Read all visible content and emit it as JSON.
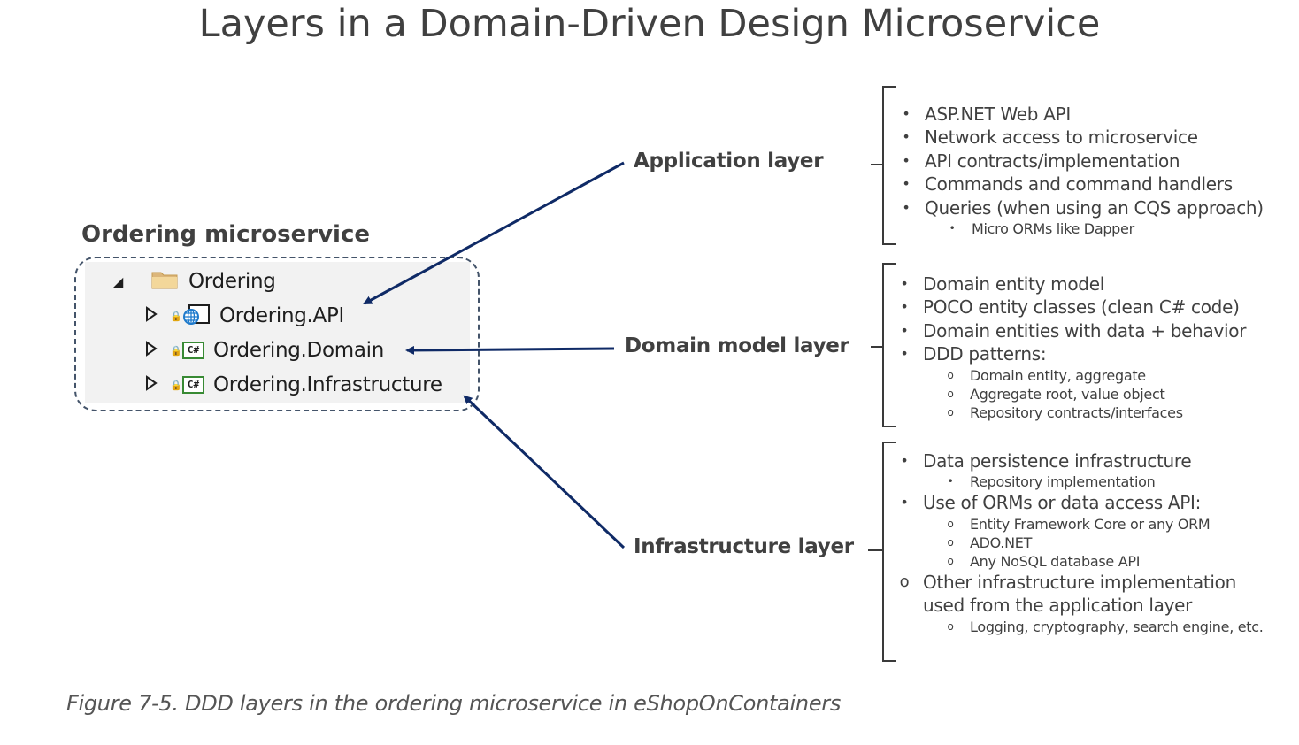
{
  "title": "Layers in a Domain-Driven Design Microservice",
  "microservice": {
    "title": "Ordering microservice",
    "tree": {
      "root": "Ordering",
      "projects": [
        {
          "name": "Ordering.API",
          "icon": "web-project-icon"
        },
        {
          "name": "Ordering.Domain",
          "icon": "csharp-project-icon",
          "icon_text": "C#"
        },
        {
          "name": "Ordering.Infrastructure",
          "icon": "csharp-project-icon",
          "icon_text": "C#"
        }
      ]
    }
  },
  "layers": [
    {
      "label": "Application layer",
      "items": [
        "ASP.NET Web API",
        "Network access to microservice",
        "API contracts/implementation",
        "Commands and command handlers",
        "Queries (when using an CQS approach)"
      ],
      "subitems": [
        "Micro ORMs like Dapper"
      ]
    },
    {
      "label": "Domain model layer",
      "items": [
        "Domain entity model",
        "POCO entity classes (clean C# code)",
        "Domain entities with data + behavior",
        "DDD patterns:"
      ],
      "subitems": [
        "Domain entity, aggregate",
        "Aggregate root, value object",
        "Repository contracts/interfaces"
      ]
    },
    {
      "label": "Infrastructure layer",
      "items": [
        "Data persistence infrastructure",
        "Repository implementation",
        "Use of ORMs or data access API:",
        "Entity Framework Core or any ORM",
        "ADO.NET",
        "Any NoSQL database API",
        "Other infrastructure implementation",
        "used from the application layer",
        "Logging, cryptography, search engine, etc."
      ]
    }
  ],
  "bullets": {
    "disc": "•",
    "circle": "o"
  },
  "caption": "Figure 7-5. DDD layers in the ordering microservice in eShopOnContainers",
  "colors": {
    "arrow": "#0f2a66",
    "dashed_border": "#44546a",
    "csharp_border": "#388a34",
    "folder": "#dcb67a"
  }
}
